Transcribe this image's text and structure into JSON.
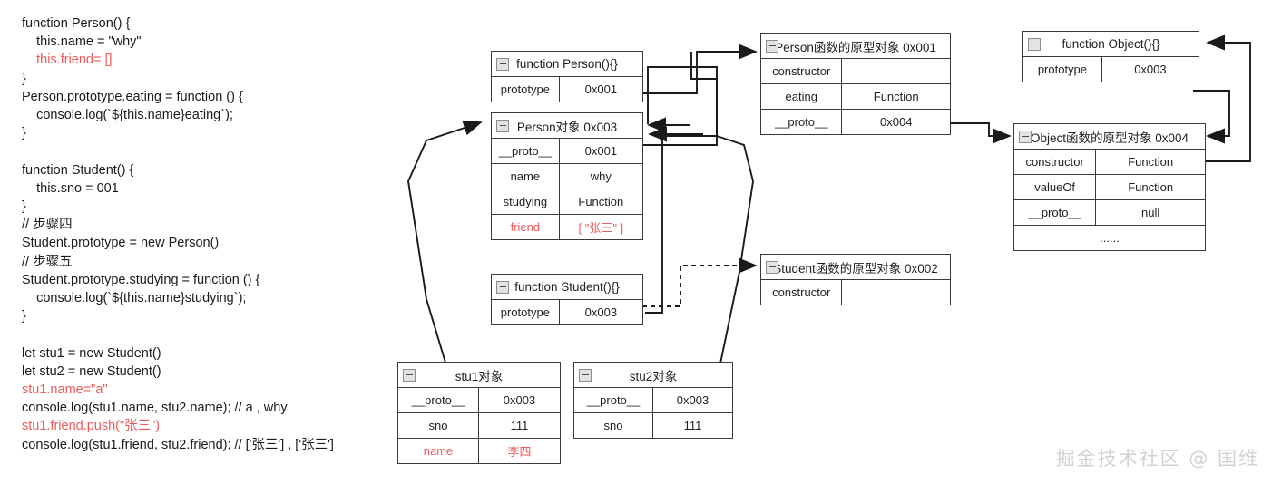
{
  "code": {
    "lines": [
      {
        "text": "function Person() {",
        "color": "dark"
      },
      {
        "text": "    this.name = \"why\"",
        "color": "dark"
      },
      {
        "text": "    this.friend= []",
        "color": "red"
      },
      {
        "text": "}",
        "color": "dark"
      },
      {
        "text": "Person.prototype.eating = function () {",
        "color": "dark"
      },
      {
        "text": "    console.log(`${this.name}eating`);",
        "color": "dark"
      },
      {
        "text": "}",
        "color": "dark"
      },
      {
        "text": "",
        "color": "dark"
      },
      {
        "text": "function Student() {",
        "color": "dark"
      },
      {
        "text": "    this.sno = 001",
        "color": "dark"
      },
      {
        "text": "}",
        "color": "dark"
      },
      {
        "text": "// 步骤四",
        "color": "dark"
      },
      {
        "text": "Student.prototype = new Person()",
        "color": "dark"
      },
      {
        "text": "// 步骤五",
        "color": "dark"
      },
      {
        "text": "Student.prototype.studying = function () {",
        "color": "dark"
      },
      {
        "text": "    console.log(`${this.name}studying`);",
        "color": "dark"
      },
      {
        "text": "}",
        "color": "dark"
      },
      {
        "text": "",
        "color": "dark"
      },
      {
        "text": "let stu1 = new Student()",
        "color": "dark"
      },
      {
        "text": "let stu2 = new Student()",
        "color": "dark"
      },
      {
        "text": "stu1.name=\"a\"",
        "color": "red"
      },
      {
        "text": "console.log(stu1.name, stu2.name); // a , why",
        "color": "dark"
      },
      {
        "text": "stu1.friend.push(\"张三\")",
        "color": "red"
      },
      {
        "text": "console.log(stu1.friend, stu2.friend); // ['张三'] , ['张三']",
        "color": "dark"
      }
    ]
  },
  "boxes": {
    "person_fn": {
      "title": "function Person(){}",
      "rows": [
        {
          "k": "prototype",
          "v": "0x001"
        }
      ]
    },
    "person_obj": {
      "title": "Person对象 0x003",
      "rows": [
        {
          "k": "__proto__",
          "v": "0x001"
        },
        {
          "k": "name",
          "v": "why"
        },
        {
          "k": "studying",
          "v": "Function"
        },
        {
          "k": "friend",
          "v": "[ \"张三\" ]",
          "red": true
        }
      ]
    },
    "student_fn": {
      "title": "function Student(){}",
      "rows": [
        {
          "k": "prototype",
          "v": "0x003"
        }
      ]
    },
    "person_proto": {
      "title": "Person函数的原型对象 0x001",
      "rows": [
        {
          "k": "constructor",
          "v": ""
        },
        {
          "k": "eating",
          "v": "Function"
        },
        {
          "k": "__proto__",
          "v": "0x004"
        }
      ]
    },
    "student_proto": {
      "title": "Student函数的原型对象  0x002",
      "rows": [
        {
          "k": "constructor",
          "v": ""
        }
      ]
    },
    "object_fn": {
      "title": "function Object(){}",
      "rows": [
        {
          "k": "prototype",
          "v": "0x003"
        }
      ]
    },
    "object_proto": {
      "title": "Object函数的原型对象  0x004",
      "rows": [
        {
          "k": "constructor",
          "v": "Function"
        },
        {
          "k": "valueOf",
          "v": "Function"
        },
        {
          "k": "__proto__",
          "v": "null"
        },
        {
          "k": "......",
          "v": "",
          "full": true
        }
      ]
    },
    "stu1": {
      "title": "stu1对象",
      "rows": [
        {
          "k": "__proto__",
          "v": "0x003"
        },
        {
          "k": "sno",
          "v": "111"
        },
        {
          "k": "name",
          "v": "李四",
          "red": true
        }
      ]
    },
    "stu2": {
      "title": "stu2对象",
      "rows": [
        {
          "k": "__proto__",
          "v": "0x003"
        },
        {
          "k": "sno",
          "v": "111"
        }
      ]
    }
  },
  "watermark": "掘金技术社区 @ 国维",
  "colors": {
    "accent_red": "#f05a5a",
    "line": "#3a3a3a",
    "text": "#1f1f1f",
    "watermark": "#d2d2d2"
  }
}
